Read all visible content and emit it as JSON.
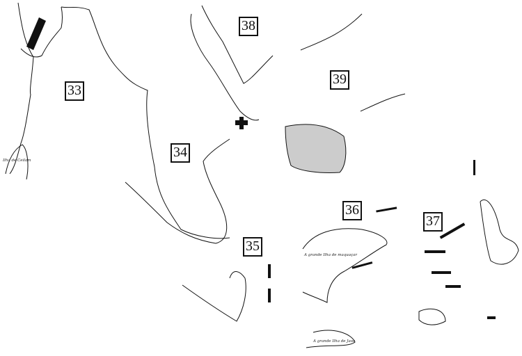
{
  "panels": [
    "33",
    "34",
    "35",
    "36",
    "37",
    "38",
    "39"
  ],
  "labels": {
    "ceilam": "Ilha de Ceilam",
    "maquacar": "A grande Ilha de maquaçar",
    "jaoa": "A grande Ilha de Jaoa"
  },
  "colors": {
    "ink": "#111111",
    "paper": "#ffffff"
  }
}
